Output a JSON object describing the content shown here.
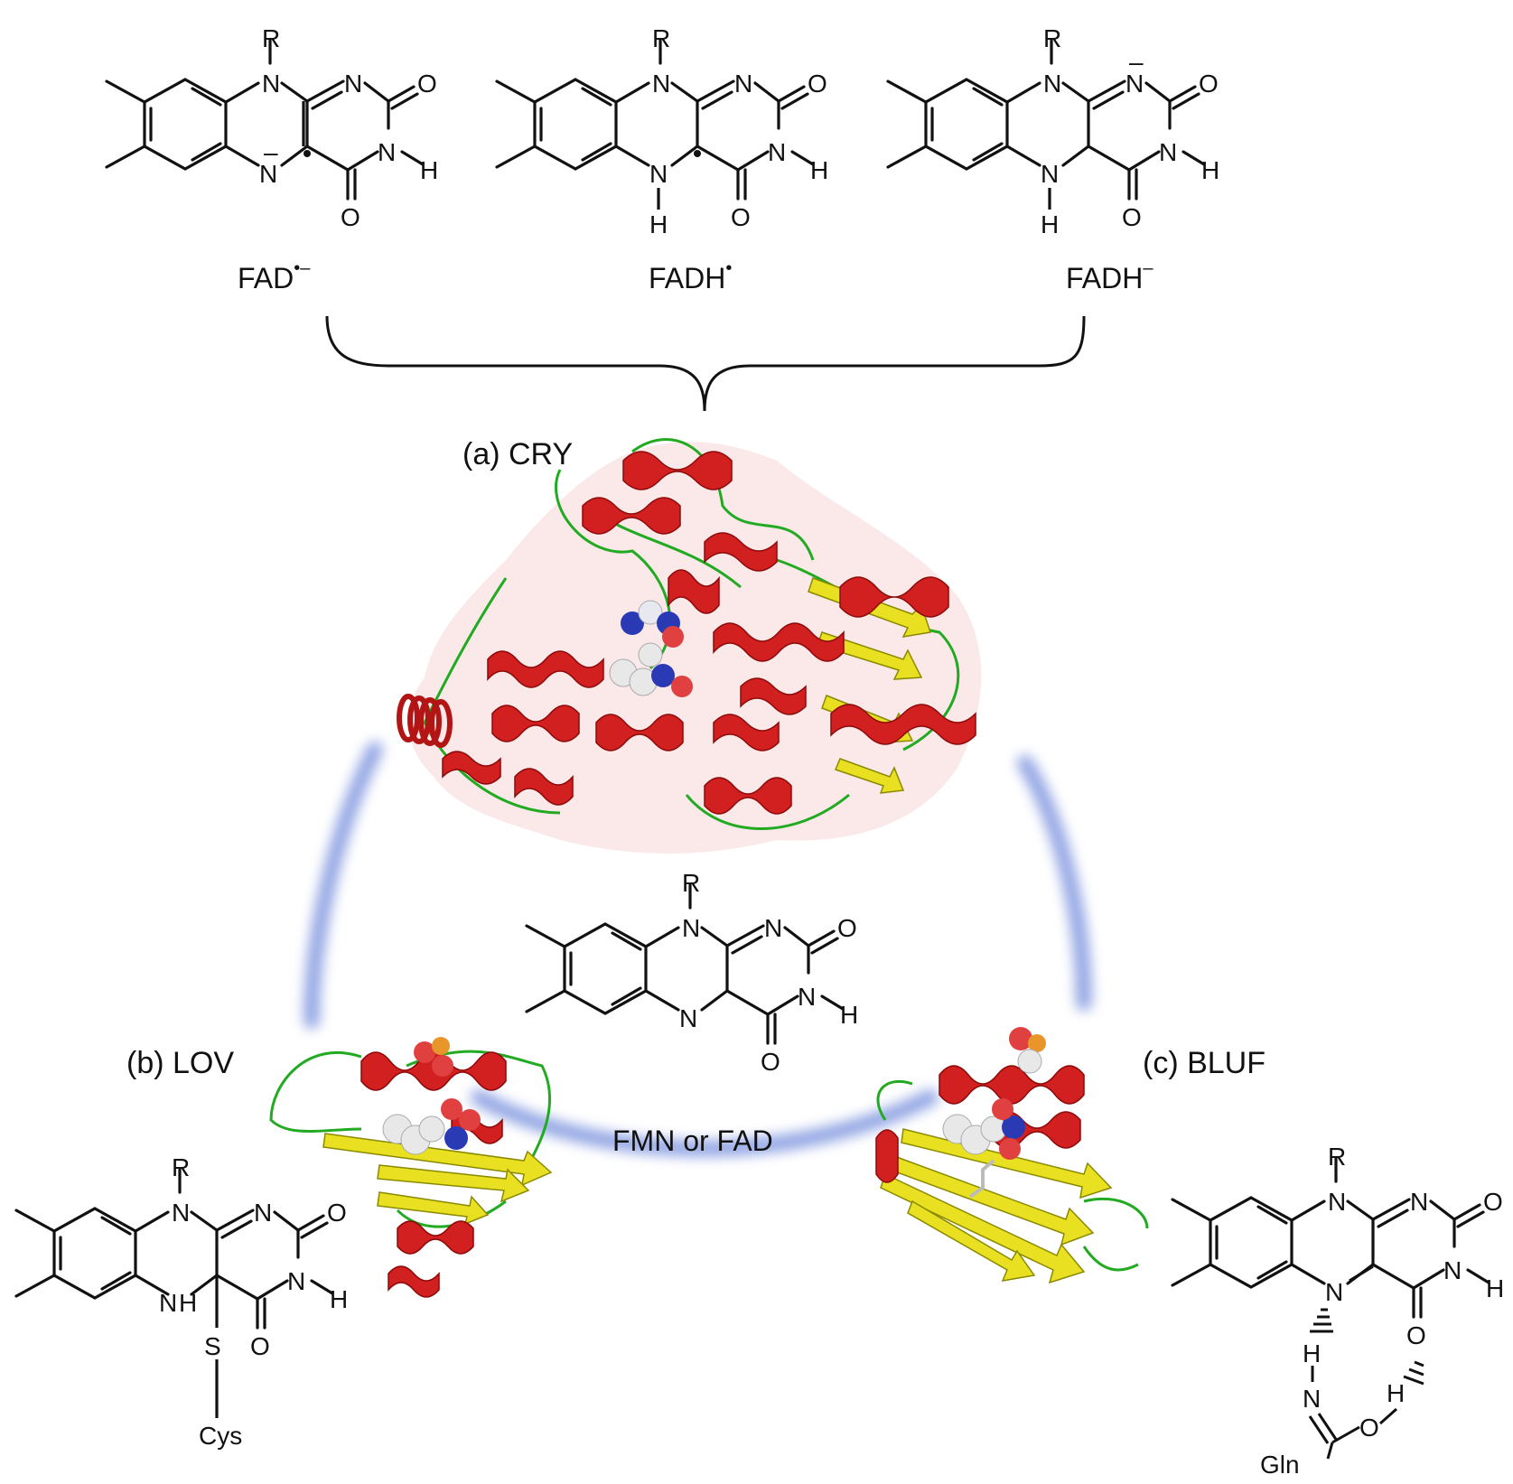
{
  "flavin_common": {
    "R": "R",
    "N": "N",
    "O": "O",
    "H": "H"
  },
  "top_row": {
    "species": [
      {
        "base": "FAD",
        "sup": "•–"
      },
      {
        "base": "FADH",
        "sup": "•"
      },
      {
        "base": "FADH",
        "sup": "–"
      }
    ]
  },
  "panels": {
    "a_label": "(a) CRY",
    "b_label": "(b) LOV",
    "c_label": "(c) BLUF"
  },
  "center": {
    "label": "FMN or FAD"
  },
  "lov_adduct": {
    "S": "S",
    "Cys": "Cys"
  },
  "bluf_gln": {
    "Gln": "Gln"
  },
  "colors": {
    "helix": "#d21f1f",
    "strand": "#e8e020",
    "loop": "#22aa22",
    "arc": "#7f95df",
    "bond": "#111111"
  },
  "icons": [
    "flavin-structure",
    "protein-cartoon-cry",
    "protein-cartoon-lov",
    "protein-cartoon-bluf",
    "curly-brace",
    "cycle-arc"
  ]
}
